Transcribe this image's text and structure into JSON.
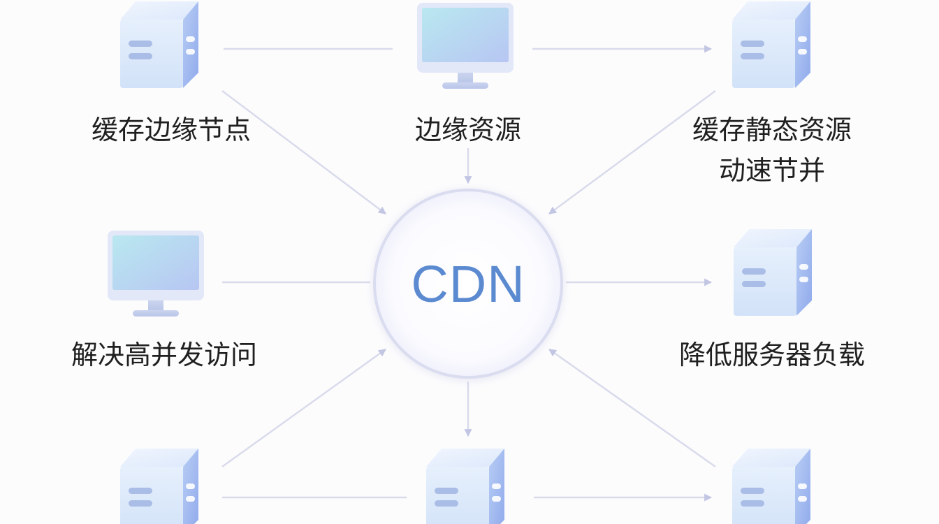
{
  "center": {
    "text": "CDN",
    "text_color": "#5b8ad0"
  },
  "labels": {
    "top_left": "缓存边缘节点",
    "top_center": "边缘资源",
    "top_right_line1": "缓存静态资源",
    "top_right_line2": "动速节并",
    "mid_left": "解决高并发访问",
    "mid_right": "降低服务器负载"
  },
  "colors": {
    "line": "#d9dbeb",
    "arrow": "#c2c6e3",
    "circle_border": "#dadcef",
    "icon_light": "#dde9fb",
    "icon_dark": "#9cb4ef"
  },
  "nodes": [
    {
      "id": "server-top-left",
      "icon": "server-icon"
    },
    {
      "id": "monitor-top-center",
      "icon": "monitor-icon"
    },
    {
      "id": "server-top-right",
      "icon": "server-icon"
    },
    {
      "id": "monitor-mid-left",
      "icon": "monitor-icon"
    },
    {
      "id": "server-mid-right",
      "icon": "server-icon"
    },
    {
      "id": "server-bottom-left",
      "icon": "server-icon"
    },
    {
      "id": "server-bottom-center",
      "icon": "server-icon"
    },
    {
      "id": "server-bottom-right",
      "icon": "server-icon"
    }
  ]
}
